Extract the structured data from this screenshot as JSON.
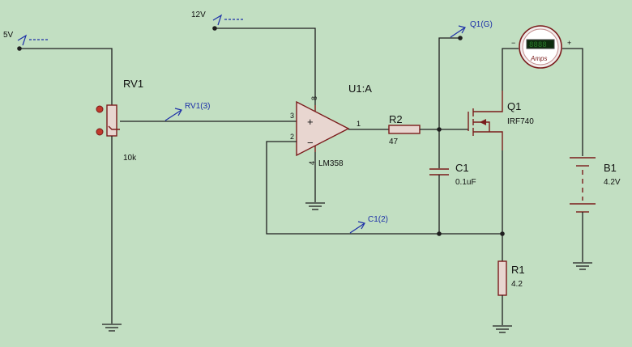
{
  "power": {
    "five_v": "5V",
    "twelve_v": "12V"
  },
  "rv1": {
    "ref": "RV1",
    "value": "10k"
  },
  "u1": {
    "ref": "U1:A",
    "part": "LM358",
    "pin_out": "1",
    "pin_inv": "2",
    "pin_noninv": "3",
    "pin_vcc": "8",
    "pin_gnd": "4",
    "plus": "+",
    "minus": "−"
  },
  "r2": {
    "ref": "R2",
    "value": "47"
  },
  "c1": {
    "ref": "C1",
    "value": "0.1uF"
  },
  "q1": {
    "ref": "Q1",
    "part": "IRF740"
  },
  "r1": {
    "ref": "R1",
    "value": "4.2"
  },
  "b1": {
    "ref": "B1",
    "value": "4.2V"
  },
  "meter": {
    "label": "Amps",
    "display": "8888",
    "minus": "−",
    "plus": "+"
  },
  "probes": {
    "rv1_3": "RV1(3)",
    "q1_g": "Q1(G)",
    "c1_2": "C1(2)"
  }
}
